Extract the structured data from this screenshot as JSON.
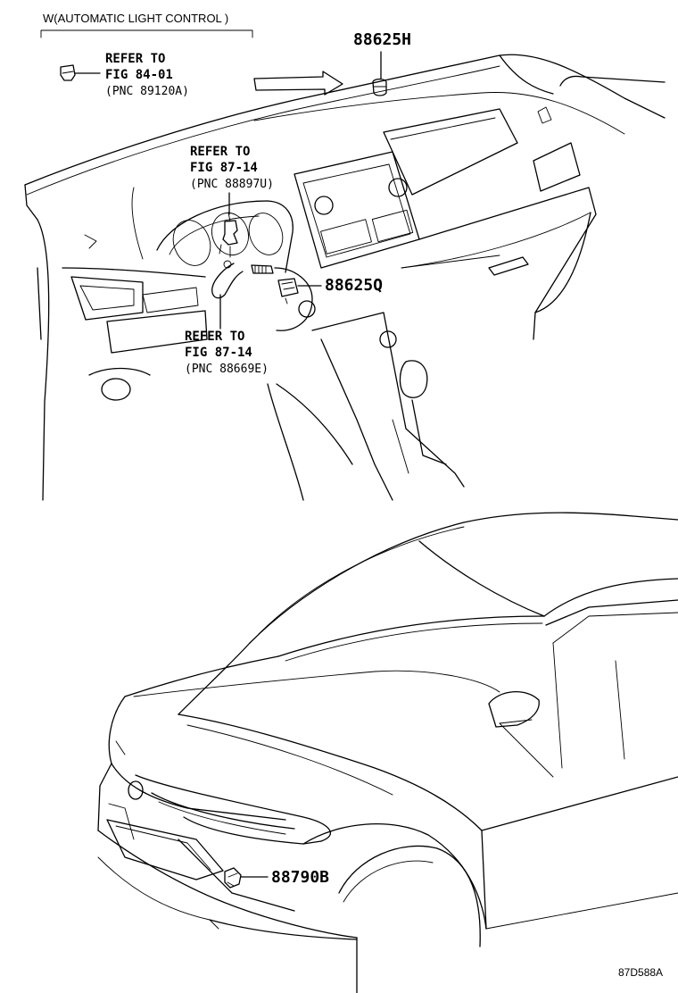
{
  "header": {
    "condition": "W(AUTOMATIC LIGHT CONTROL )"
  },
  "callouts": {
    "refer_a": {
      "line1": "REFER TO",
      "line2": "FIG 84-01",
      "line3": "(PNC 89120A)"
    },
    "refer_b": {
      "line1": "REFER TO",
      "line2": "FIG 87-14",
      "line3": "(PNC 88897U)"
    },
    "refer_c": {
      "line1": "REFER TO",
      "line2": "FIG 87-14",
      "line3": "(PNC 88669E)"
    }
  },
  "parts": {
    "p1": "88625H",
    "p2": "88625Q",
    "p3": "88790B"
  },
  "footer": {
    "figure_code": "87D588A"
  }
}
